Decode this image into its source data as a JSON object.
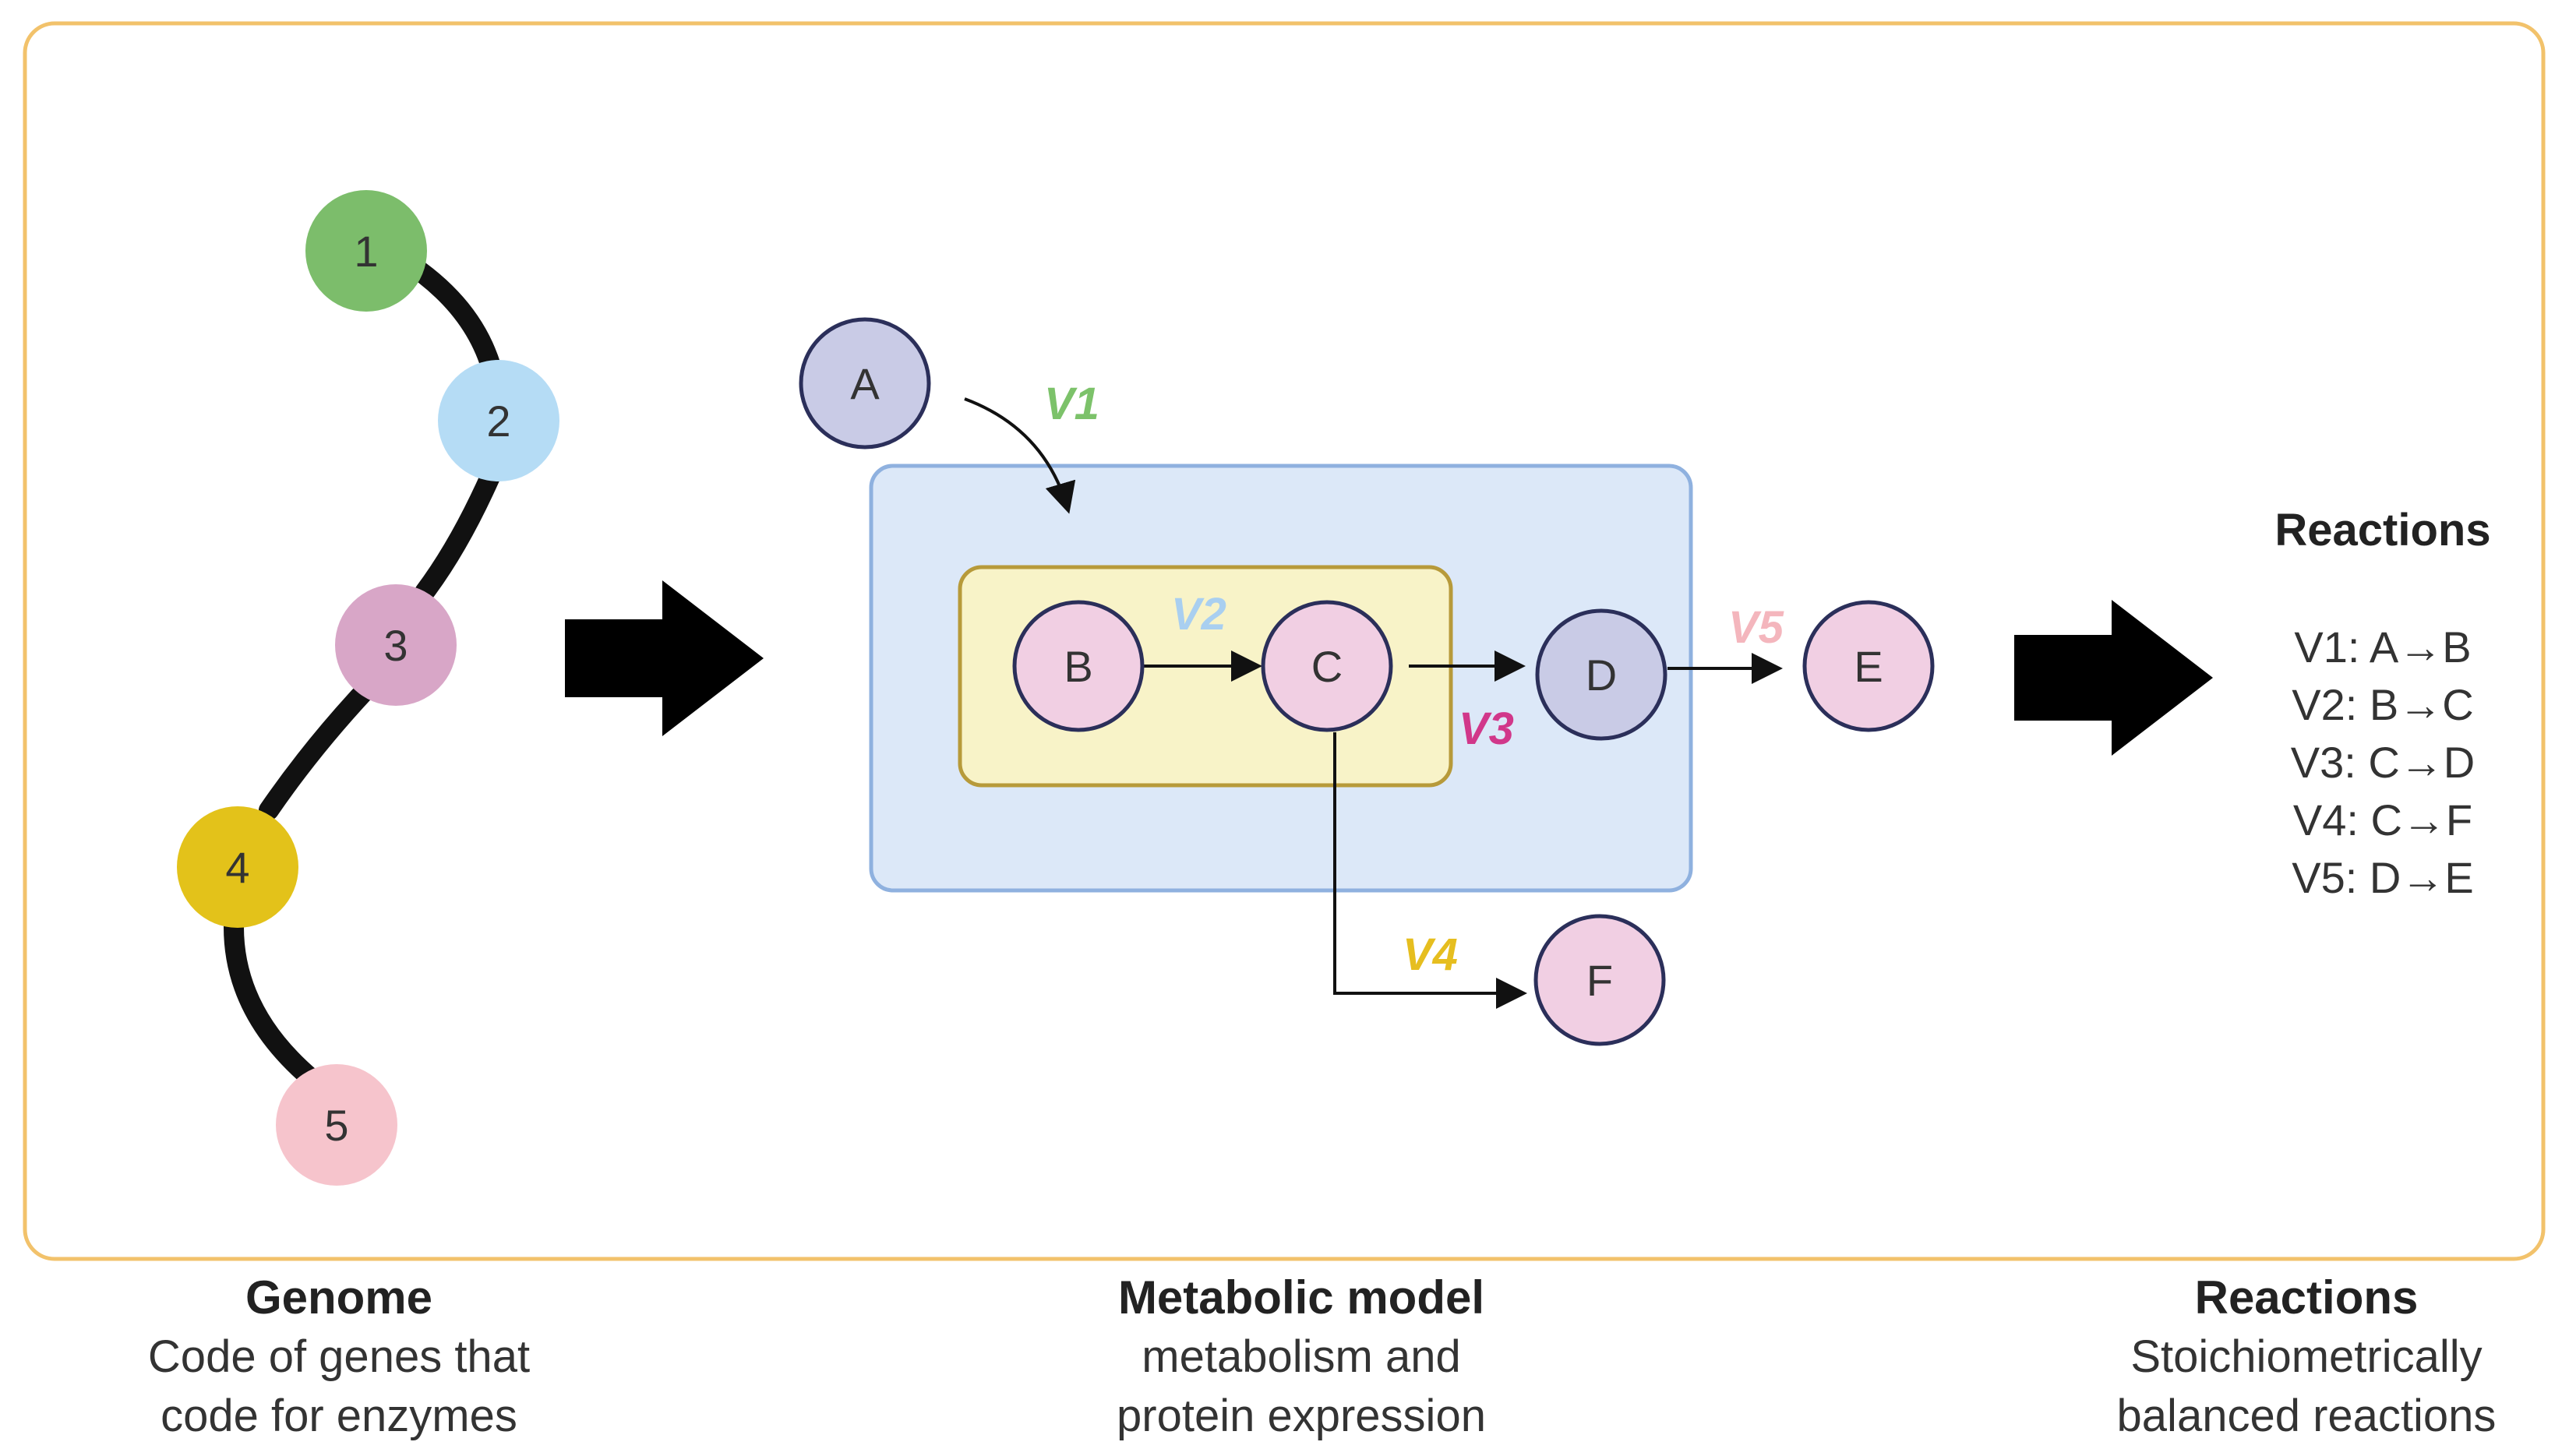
{
  "colors": {
    "frame": "#f2c26b",
    "cell": "#dce8f8",
    "cell_border": "#8fb1df",
    "organelle": "#f8f3c8",
    "organelle_border": "#b79a3a",
    "metabolite_pink": "#f1cfe3",
    "metabolite_blue": "#c9cbe6",
    "node_stroke": "#2b2f5a",
    "chain": "#111111",
    "big_arrow": "#000000"
  },
  "genome": {
    "genes": [
      {
        "label": "1",
        "color": "#7cbd6b"
      },
      {
        "label": "2",
        "color": "#b5dcf5"
      },
      {
        "label": "3",
        "color": "#d8a6c7"
      },
      {
        "label": "4",
        "color": "#e3c21a"
      },
      {
        "label": "5",
        "color": "#f6c4cc"
      }
    ]
  },
  "metabolites": {
    "A": "A",
    "B": "B",
    "C": "C",
    "D": "D",
    "E": "E",
    "F": "F"
  },
  "fluxes": {
    "v1": {
      "label": "V1",
      "color": "#7cc26a"
    },
    "v2": {
      "label": "V2",
      "color": "#a9cff0"
    },
    "v3": {
      "label": "V3",
      "color": "#d1378a"
    },
    "v4": {
      "label": "V4",
      "color": "#e6be1f"
    },
    "v5": {
      "label": "V5",
      "color": "#f4b6bd"
    }
  },
  "reactions_panel": {
    "title": "Reactions",
    "lines": [
      "V1: A→B",
      "V2: B→C",
      "V3: C→D",
      "V4: C→F",
      "V5: D→E"
    ]
  },
  "captions": {
    "genome": {
      "title": "Genome",
      "lines": [
        "Code of genes that",
        "code for enzymes"
      ]
    },
    "model": {
      "title": "Metabolic model",
      "lines": [
        "metabolism and",
        "protein expression"
      ]
    },
    "reactions": {
      "title": "Reactions",
      "lines": [
        "Stoichiometrically",
        "balanced reactions"
      ]
    }
  }
}
